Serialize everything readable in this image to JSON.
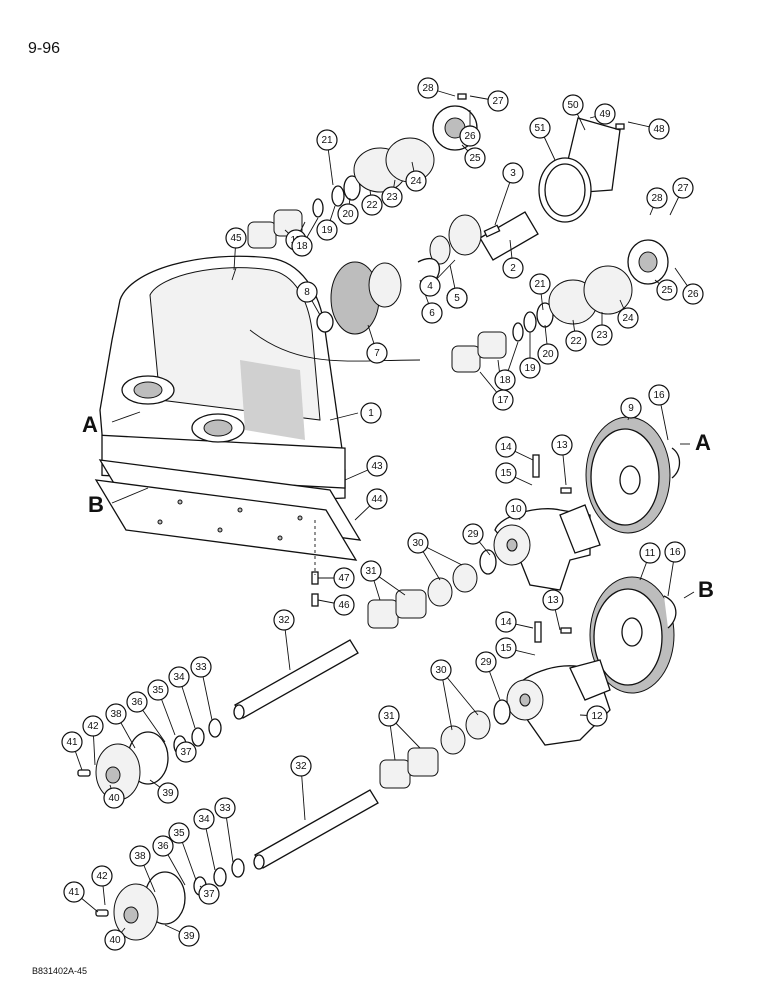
{
  "page_number": "9-96",
  "document_code": "B831402A-45",
  "section_markers": [
    "A",
    "B"
  ],
  "callouts": [
    "1",
    "2",
    "3",
    "4",
    "5",
    "6",
    "7",
    "8",
    "9",
    "10",
    "11",
    "12",
    "13",
    "14",
    "15",
    "16",
    "17",
    "18",
    "19",
    "20",
    "21",
    "22",
    "23",
    "24",
    "25",
    "26",
    "27",
    "28",
    "29",
    "30",
    "31",
    "32",
    "33",
    "34",
    "35",
    "36",
    "37",
    "38",
    "39",
    "40",
    "41",
    "42",
    "43",
    "44",
    "45",
    "46",
    "47",
    "48",
    "49",
    "50",
    "51"
  ]
}
